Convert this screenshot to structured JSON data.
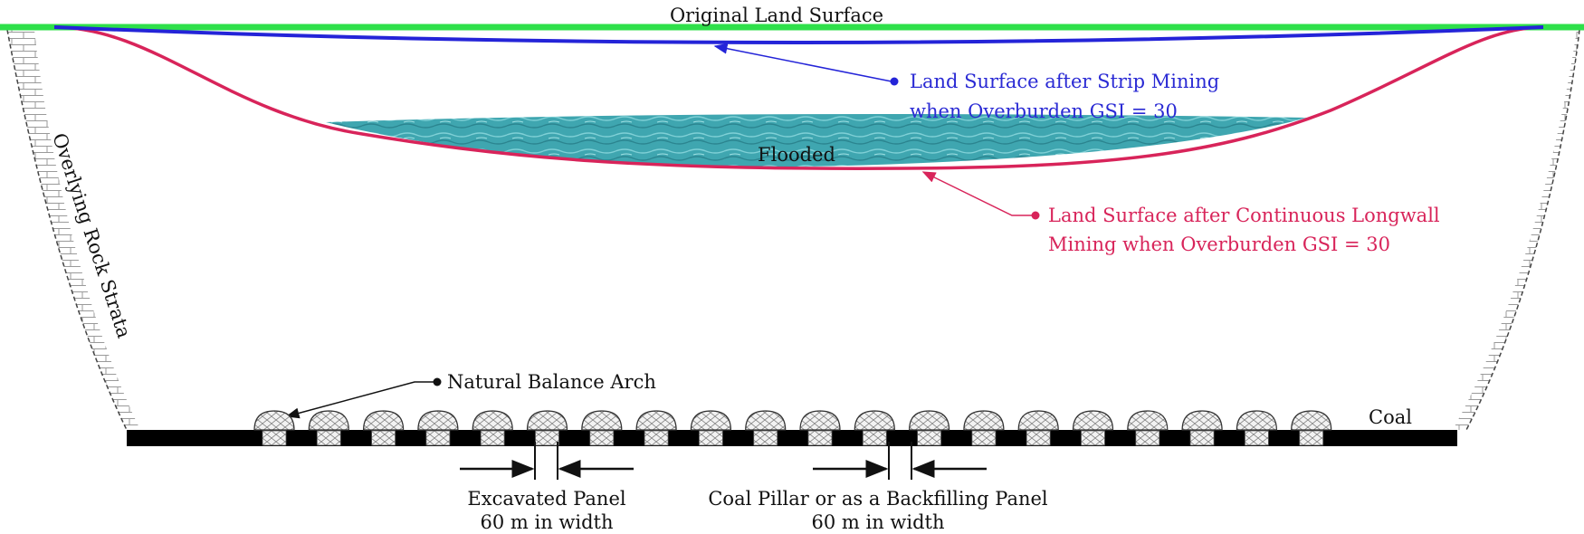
{
  "labels": {
    "original_surface": "Original Land Surface",
    "strip_line1": "Land Surface after Strip Mining",
    "strip_line2": "when Overburden GSI = 30",
    "flooded": "Flooded",
    "longwall_line1": "Land Surface after Continuous Longwall",
    "longwall_line2": "Mining when Overburden GSI = 30",
    "strata": "Overlying Rock Strata",
    "arch": "Natural Balance Arch",
    "coal": "Coal",
    "excavated_line1": "Excavated Panel",
    "excavated_line2": "60 m in width",
    "pillar_line1": "Coal Pillar or as a Backfilling Panel",
    "pillar_line2": "60 m in width"
  },
  "colors": {
    "original_surface": "#2ee04a",
    "strip_surface": "#2424d8",
    "longwall_surface": "#d8245a",
    "water": "#3fa6b0",
    "coal": "#000000"
  },
  "panel_count": 20
}
